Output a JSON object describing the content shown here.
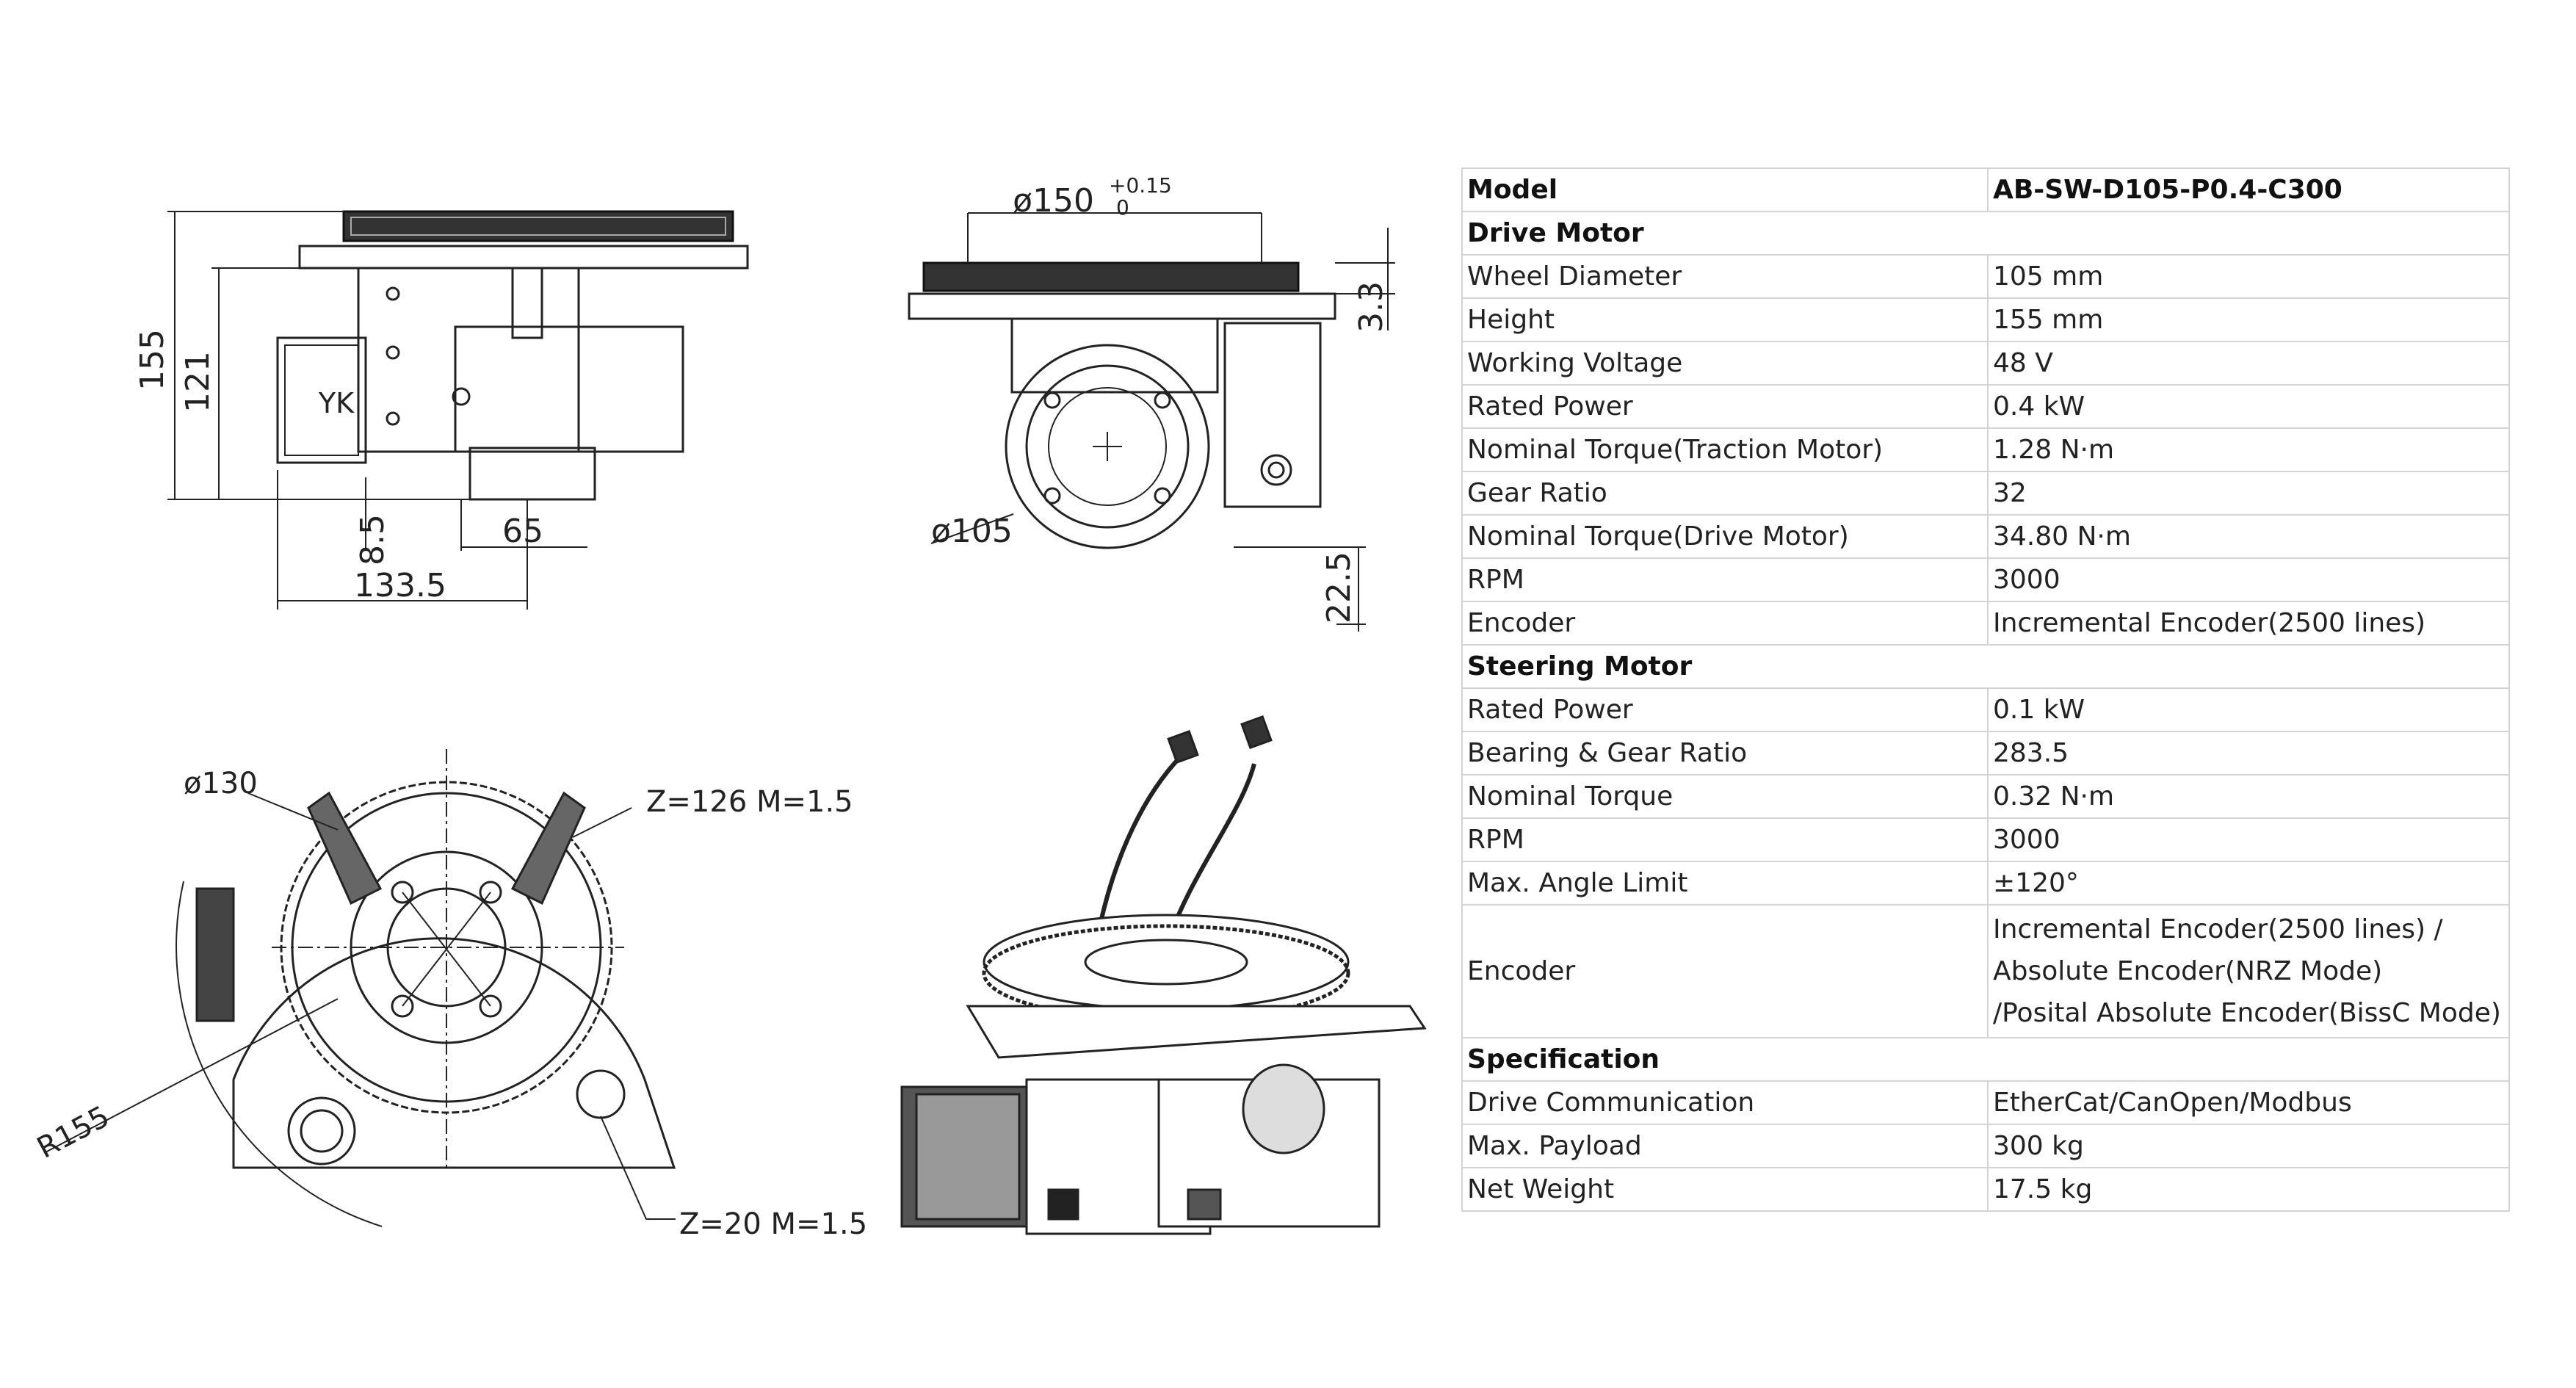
{
  "drawings": {
    "side_view": {
      "dim_155": "155",
      "dim_121": "121",
      "dim_8_5": "8.5",
      "dim_65": "65",
      "dim_133_5": "133.5",
      "brand": "YK"
    },
    "front_view": {
      "dim_150": "ø150",
      "tol_upper": "+0.15",
      "tol_lower": "0",
      "dim_3_3": "3.3",
      "dim_105": "ø105",
      "dim_22_5": "22.5"
    },
    "top_view": {
      "dim_130": "ø130",
      "gear_big": "Z=126  M=1.5",
      "radius": "R155",
      "gear_small": "Z=20  M=1.5"
    }
  },
  "table": {
    "header": {
      "key": "Model",
      "value": "AB-SW-D105-P0.4-C300"
    },
    "sections": [
      {
        "title": "Drive Motor",
        "rows": [
          {
            "key": "Wheel Diameter",
            "value": "105 mm"
          },
          {
            "key": "Height",
            "value": "155 mm"
          },
          {
            "key": "Working Voltage",
            "value": "48 V"
          },
          {
            "key": "Rated Power",
            "value": "0.4 kW"
          },
          {
            "key": "Nominal Torque(Traction Motor)",
            "value": "1.28 N·m"
          },
          {
            "key": "Gear Ratio",
            "value": "32"
          },
          {
            "key": "Nominal Torque(Drive Motor)",
            "value": "34.80 N·m"
          },
          {
            "key": "RPM",
            "value": "3000"
          },
          {
            "key": "Encoder",
            "value": "Incremental Encoder(2500 lines)"
          }
        ]
      },
      {
        "title": "Steering Motor",
        "rows": [
          {
            "key": "Rated Power",
            "value": "0.1 kW"
          },
          {
            "key": "Bearing & Gear Ratio",
            "value": "283.5"
          },
          {
            "key": "Nominal Torque",
            "value": "0.32 N·m"
          },
          {
            "key": "RPM",
            "value": "3000"
          },
          {
            "key": "Max. Angle Limit",
            "value": "±120°"
          }
        ],
        "encoder": {
          "key": "Encoder",
          "lines": [
            "Incremental Encoder(2500 lines) /",
            "Absolute Encoder(NRZ Mode)",
            "/Posital Absolute Encoder(BissC Mode)"
          ]
        }
      },
      {
        "title": "Specification",
        "rows": [
          {
            "key": "Drive Communication",
            "value": "EtherCat/CanOpen/Modbus"
          },
          {
            "key": "Max. Payload",
            "value": "300 kg"
          },
          {
            "key": "Net Weight",
            "value": "17.5 kg"
          }
        ]
      }
    ]
  }
}
